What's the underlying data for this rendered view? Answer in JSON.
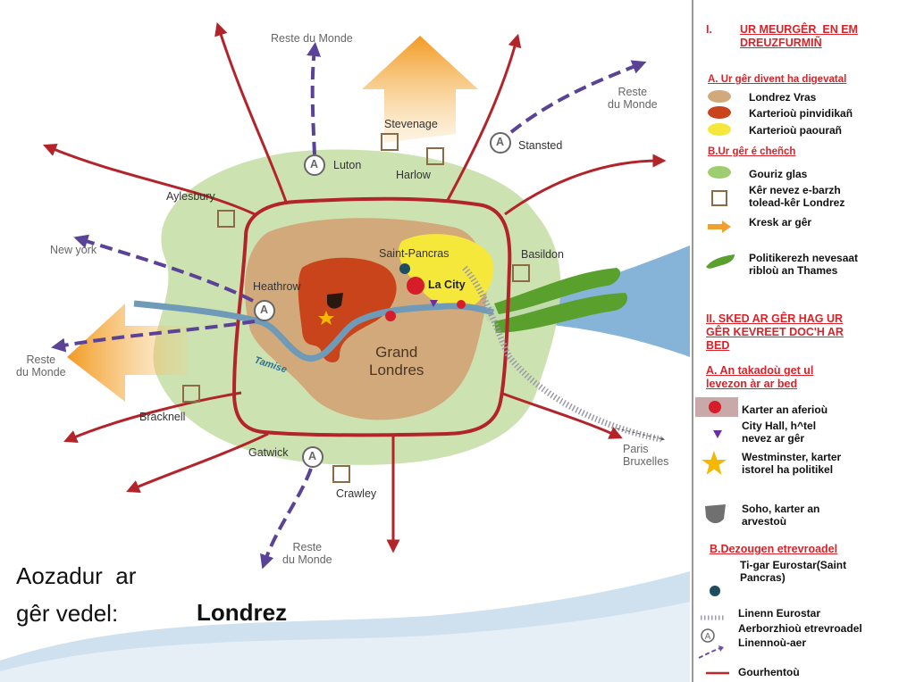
{
  "map": {
    "places": {
      "reste_top": "Reste du Monde",
      "reste_right": "Reste\ndu Monde",
      "reste_left": "Reste\ndu Monde",
      "reste_bottom": "Reste\ndu Monde",
      "new_york": "New york",
      "stevenage": "Stevenage",
      "harlow": "Harlow",
      "stansted": "Stansted",
      "luton": "Luton",
      "aylesbury": "Aylesbury",
      "heathrow": "Heathrow",
      "saint_pancras": "Saint-Pancras",
      "la_city": "La City",
      "basildon": "Basildon",
      "grand_londres": "Grand\nLondres",
      "tamise": "Tamise",
      "bracknell": "Bracknell",
      "gatwick": "Gatwick",
      "crawley": "Crawley",
      "paris": "Paris\nBruxelles"
    },
    "airport_symbol": "A",
    "caption": "Aozadur  ar\ngêr vedel:",
    "city_name": "Londrez"
  },
  "legend": {
    "section1_num": "I.",
    "section1_title": "UR MEURGÊR  EN EM\nDREUZFURMIÑ",
    "sub_a": "A. Ur gêr divent ha digevatal",
    "items_a": [
      {
        "label": "Londrez Vras",
        "color": "#d2a97a"
      },
      {
        "label": "Karterioù pinvidikañ",
        "color": "#c9441b"
      },
      {
        "label": "Karterioù paourañ",
        "color": "#f5e83a"
      }
    ],
    "sub_b": "B.Ur gêr é cheñch",
    "items_b": [
      {
        "label": "Gouriz glas",
        "color": "#9dcd6e"
      },
      {
        "label": "Kêr nevez e-barzh\ntolead-kêr Londrez",
        "color": "#8b6a45"
      },
      {
        "label": "Kresk ar gêr",
        "color": "#f0a030"
      },
      {
        "label": "Politikerezh nevesaat\nribloù an Thames",
        "color": "#5aa02c"
      }
    ],
    "section2_title": "II. SKED AR GÊR HAG UR\nGÊR KEVREET DOC'H AR\nBED",
    "sub_a2": "A. An takadoù get ul\nlevezon àr ar bed",
    "items_a2": [
      {
        "label": "Karter an aferioù",
        "color": "#d81d2a"
      },
      {
        "label": "City Hall, h^tel\nnevez ar gêr",
        "color": "#6b2fa0"
      },
      {
        "label": "Westminster, karter\nistorel ha politikel",
        "color": "#f5b800"
      },
      {
        "label": "Soho, karter an\narvestoù",
        "color": "#707070"
      }
    ],
    "sub_b2": "B.Dezougen etrevroadel",
    "items_b2": [
      {
        "label": "Ti-gar Eurostar(Saint\nPancras)",
        "color": "#1e4d5f"
      },
      {
        "label": "Linenn Eurostar",
        "color": "#9a9aa8"
      },
      {
        "label": "Aerborzhioù etrevroadel",
        "color": "#666666"
      },
      {
        "label": "Linennoù-aer",
        "color": "#6b4fa3"
      },
      {
        "label": "Gourhentoù",
        "color": "#c0262c"
      }
    ]
  }
}
